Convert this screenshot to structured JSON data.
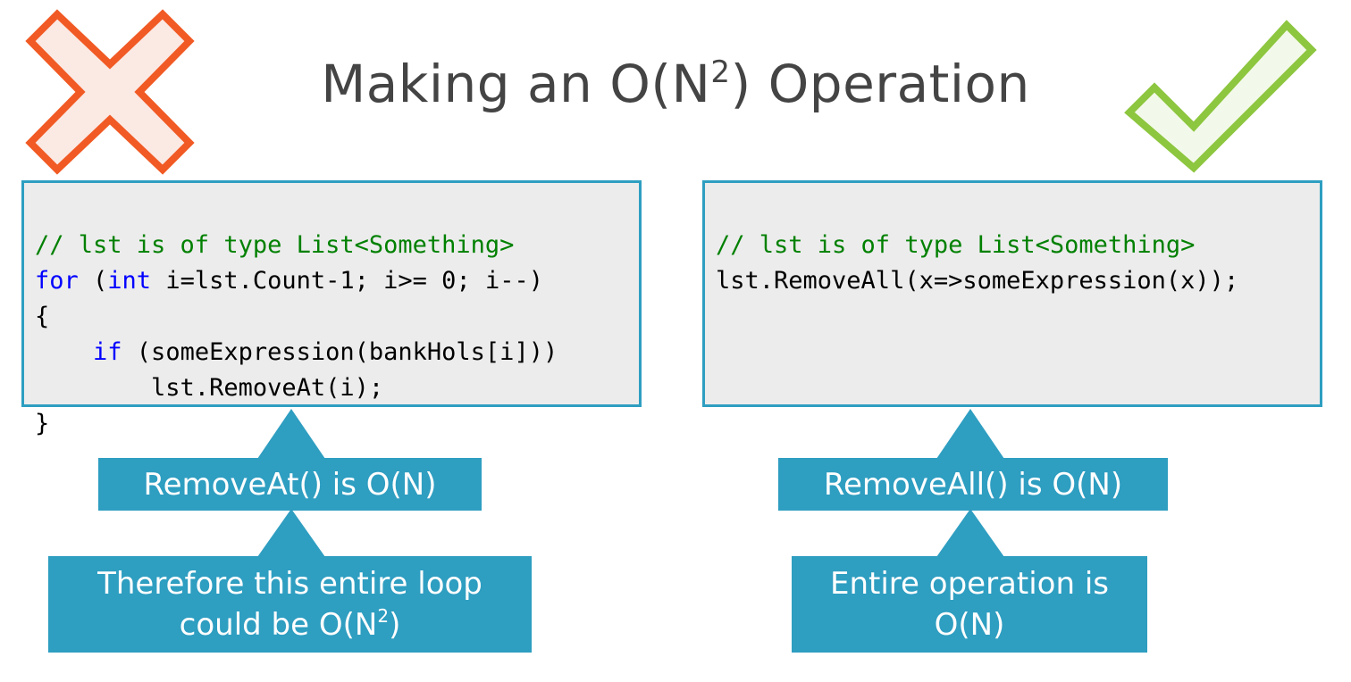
{
  "title": {
    "prefix": "Making an O(N",
    "sup": "2",
    "suffix": ") Operation"
  },
  "marks": {
    "left": "cross-icon",
    "right": "check-icon"
  },
  "colors": {
    "accent": "#2e9ec1",
    "cross": "#f15a24",
    "cross_fill": "#fbe9e4",
    "check": "#8dc63f",
    "check_fill": "#f3f9ea",
    "keyword": "#0000ff",
    "comment": "#008000"
  },
  "left_code": {
    "comment": "// lst is of type List<Something>",
    "line2_kw1": "for",
    "line2_a": " (",
    "line2_kw2": "int",
    "line2_b": " i=lst.Count-1; i>= 0; i--)",
    "line3": "{",
    "line4_indent": "    ",
    "line4_kw": "if",
    "line4_rest": " (someExpression(bankHols[i]))",
    "line5": "        lst.RemoveAt(i);",
    "line6": "}"
  },
  "right_code": {
    "comment": "// lst is of type List<Something>",
    "line2": "lst.RemoveAll(x=>someExpression(x));"
  },
  "left_callouts": {
    "first": "RemoveAt() is O(N)",
    "second_line1": "Therefore this entire loop",
    "second_line2_prefix": "could be O(N",
    "second_line2_sup": "2",
    "second_line2_suffix": ")"
  },
  "right_callouts": {
    "first": "RemoveAll() is O(N)",
    "second_line1": "Entire operation is",
    "second_line2": "O(N)"
  }
}
